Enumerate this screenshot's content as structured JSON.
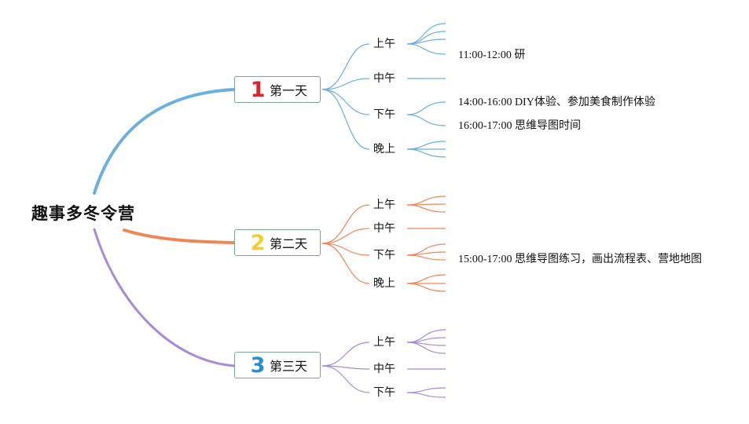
{
  "root": "趣事多冬令营",
  "colors": {
    "day1": "#6cb0dd",
    "day2": "#ee8758",
    "day3": "#a58bd8",
    "num1": "#d8262f",
    "num2": "#f2cf2e",
    "num3": "#2a8fd1"
  },
  "days": [
    {
      "num": "1",
      "label": "第一天",
      "periods": [
        {
          "label": "上午",
          "leaves": 4
        },
        {
          "label": "中午",
          "leaves": 1
        },
        {
          "label": "下午",
          "leaves": 2
        },
        {
          "label": "晚上",
          "leaves": 3
        }
      ]
    },
    {
      "num": "2",
      "label": "第二天",
      "periods": [
        {
          "label": "上午",
          "leaves": 3
        },
        {
          "label": "中午",
          "leaves": 1
        },
        {
          "label": "下午",
          "leaves": 3
        },
        {
          "label": "晚上",
          "leaves": 3
        }
      ]
    },
    {
      "num": "3",
      "label": "第三天",
      "periods": [
        {
          "label": "上午",
          "leaves": 4
        },
        {
          "label": "中午",
          "leaves": 1
        },
        {
          "label": "下午",
          "leaves": 2
        }
      ]
    }
  ],
  "notes": {
    "d1_morning": "11:00-12:00  研",
    "d1_afternoon_1": "14:00-16:00 DIY体验、参加美食制作体验",
    "d1_afternoon_2": "16:00-17:00  思维导图时间",
    "d2_afternoon": "15:00-17:00 思维导图练习，画出流程表、营地地图"
  }
}
